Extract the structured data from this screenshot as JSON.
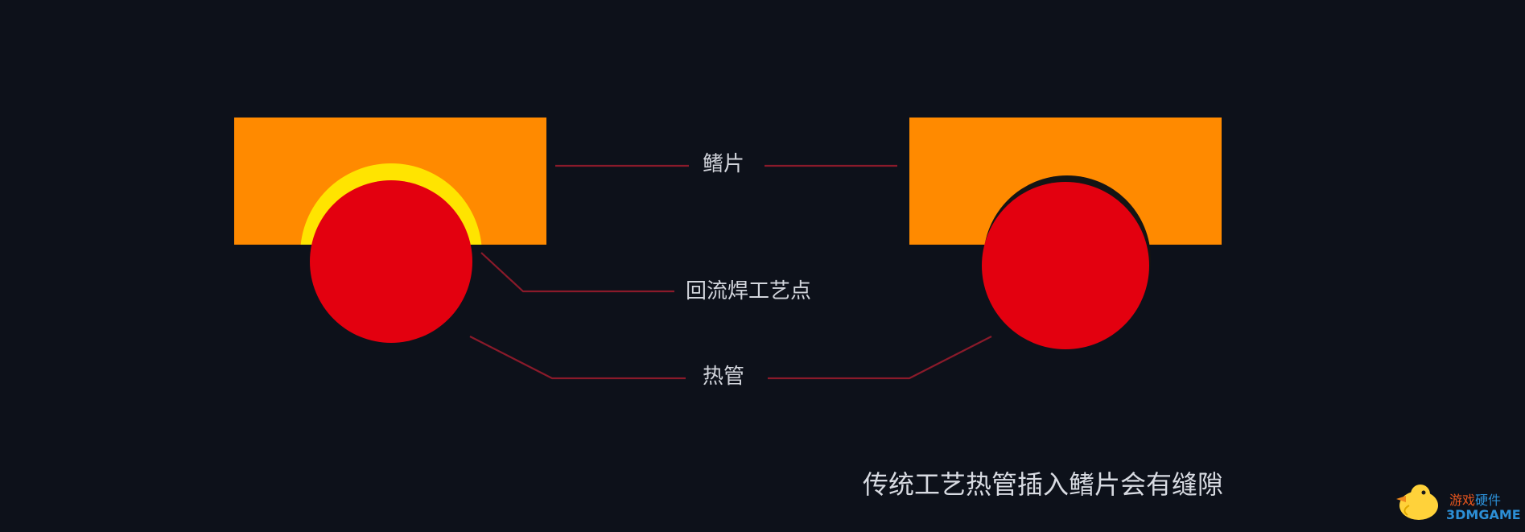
{
  "labels": {
    "fin": "鳍片",
    "reflow_point": "回流焊工艺点",
    "heat_pipe": "热管"
  },
  "caption": "传统工艺热管插入鳍片会有缝隙",
  "watermark": {
    "text_a": "游戏",
    "text_b": "硬件",
    "text_c": "3DMGAME"
  },
  "colors": {
    "background": "#0d111a",
    "fin": "#ff8a00",
    "heat_pipe": "#e3000f",
    "solder": "#ffe400",
    "gap": "#141414",
    "leader_line": "#8a1a2a",
    "label_text": "#d2d5dc"
  }
}
